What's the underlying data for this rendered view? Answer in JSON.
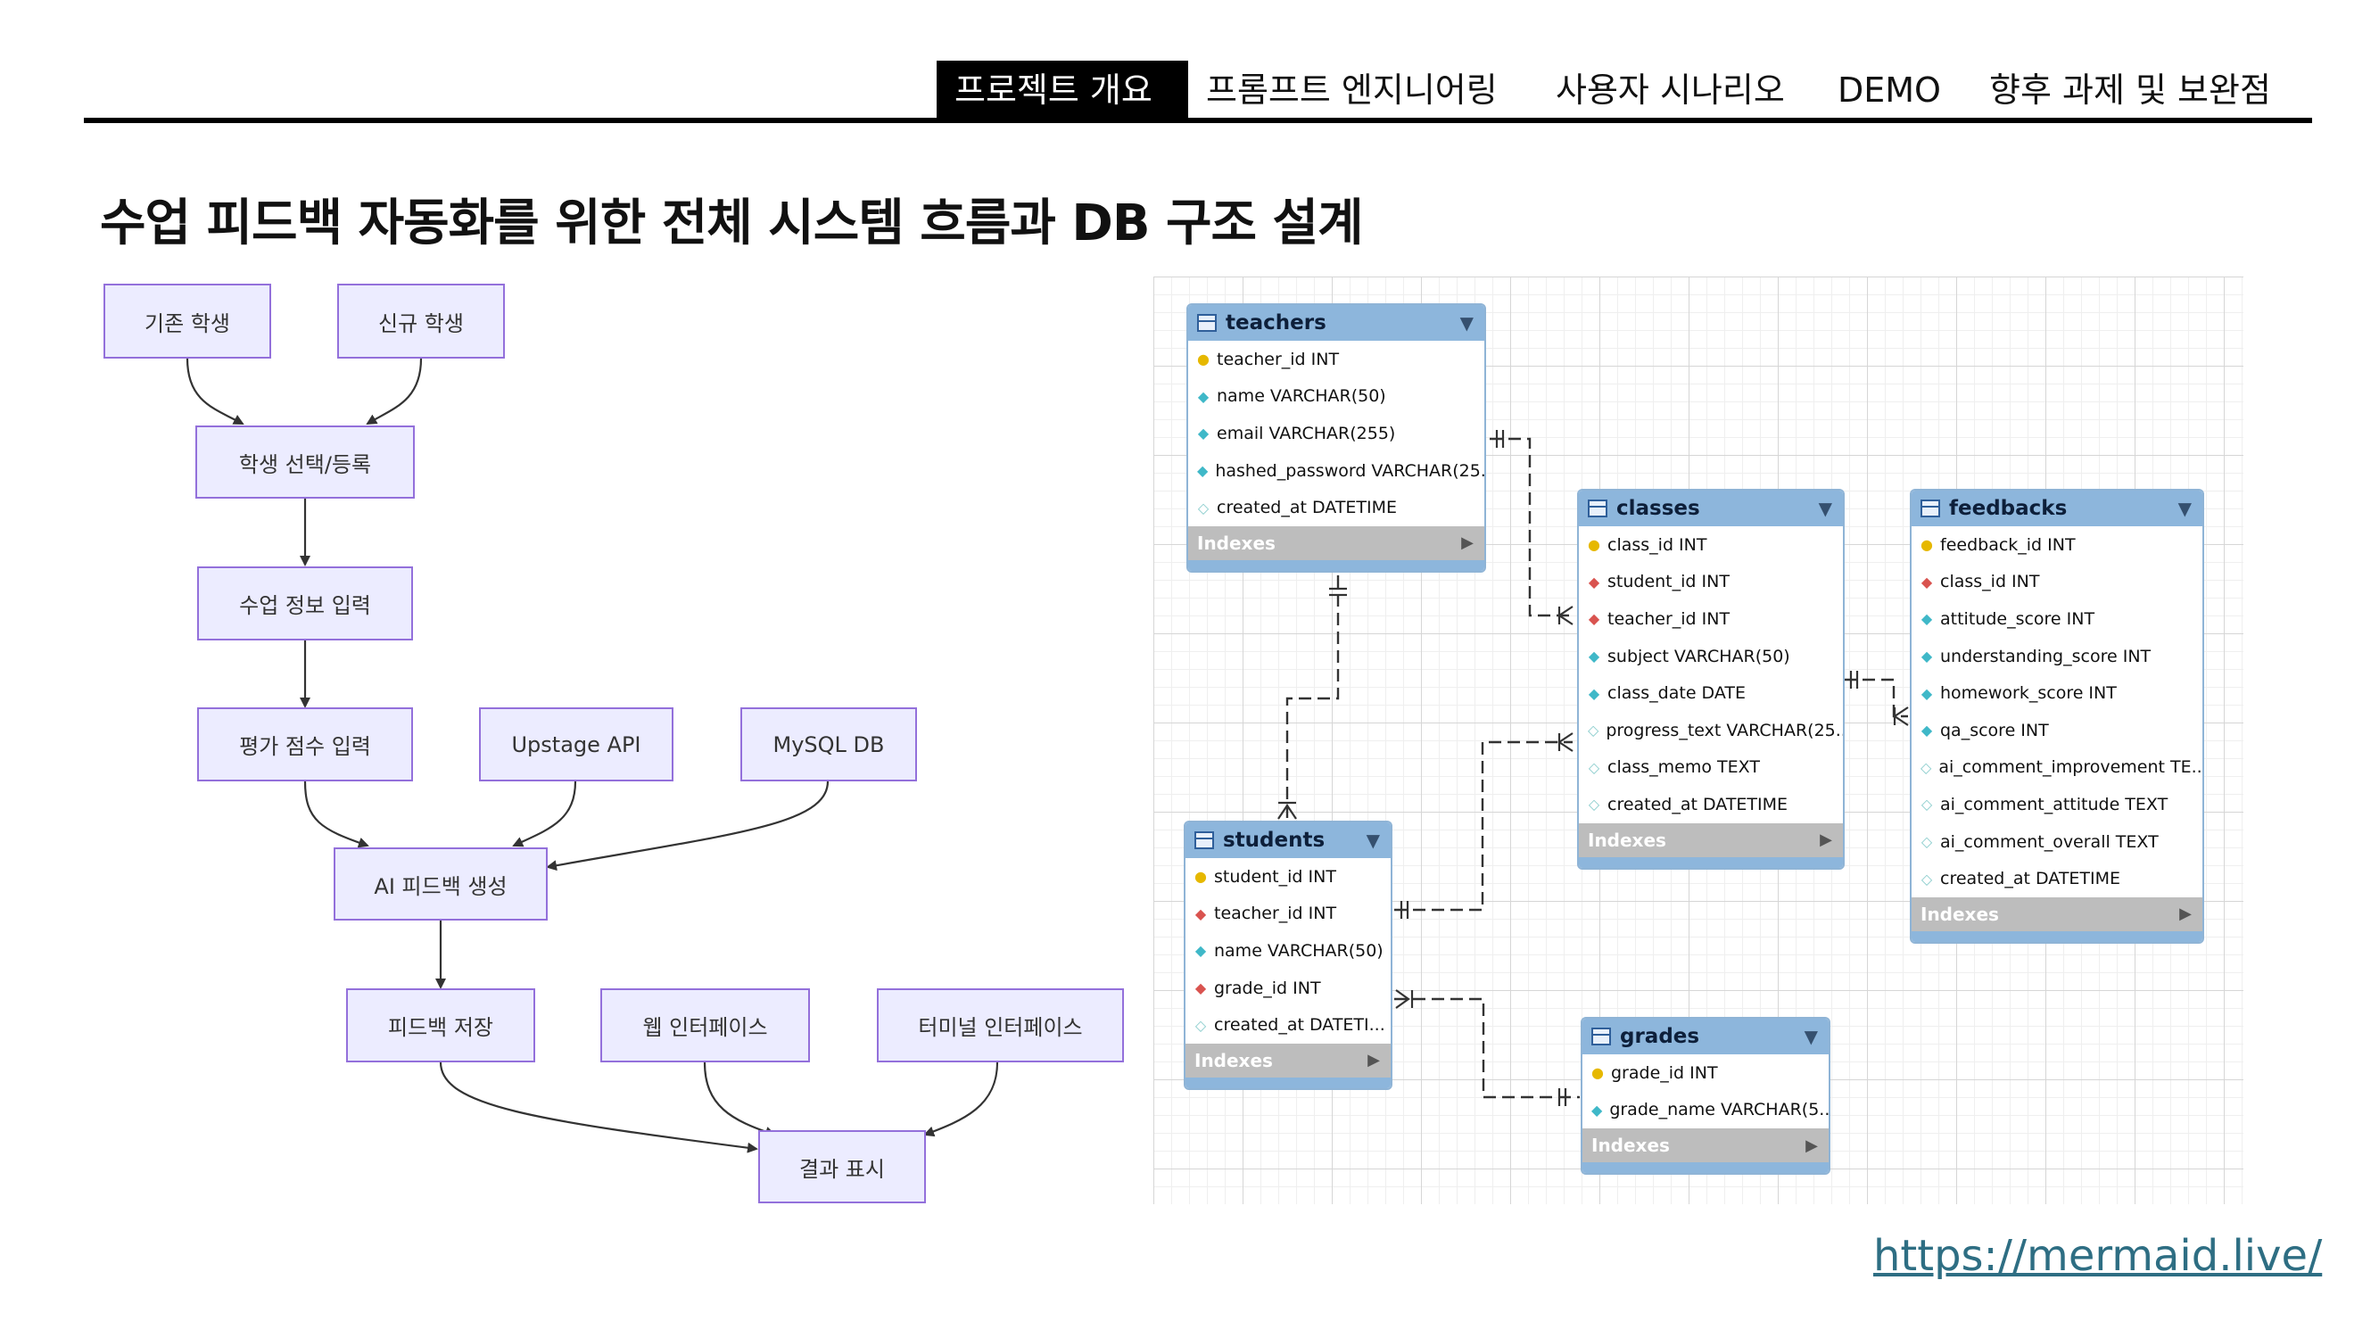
{
  "nav": {
    "items": [
      "프로젝트 개요",
      "프롬프트 엔지니어링",
      "사용자 시나리오",
      "DEMO",
      "향후 과제 및 보완점"
    ],
    "active_index": 0
  },
  "title": "수업 피드백 자동화를 위한 전체 시스템 흐름과 DB 구조 설계",
  "flowchart": {
    "nodes": {
      "existing": "기존 학생",
      "new": "신규 학생",
      "select": "학생 선택/등록",
      "class_info": "수업 정보 입력",
      "score": "평가 점수 입력",
      "upstage": "Upstage API",
      "mysql": "MySQL DB",
      "ai": "AI 피드백 생성",
      "save": "피드백 저장",
      "web": "웹 인터페이스",
      "terminal": "터미널 인터페이스",
      "result": "결과 표시"
    }
  },
  "er": {
    "indexes_label": "Indexes",
    "tables": {
      "teachers": {
        "name": "teachers",
        "columns": [
          {
            "text": "teacher_id INT",
            "key": "pk"
          },
          {
            "text": "name VARCHAR(50)",
            "key": "col"
          },
          {
            "text": "email VARCHAR(255)",
            "key": "col"
          },
          {
            "text": "hashed_password VARCHAR(25...",
            "key": "col"
          },
          {
            "text": "created_at DATETIME",
            "key": "opt"
          }
        ]
      },
      "classes": {
        "name": "classes",
        "columns": [
          {
            "text": "class_id INT",
            "key": "pk"
          },
          {
            "text": "student_id INT",
            "key": "fk"
          },
          {
            "text": "teacher_id INT",
            "key": "fk"
          },
          {
            "text": "subject VARCHAR(50)",
            "key": "col"
          },
          {
            "text": "class_date DATE",
            "key": "col"
          },
          {
            "text": "progress_text VARCHAR(25...",
            "key": "opt"
          },
          {
            "text": "class_memo TEXT",
            "key": "opt"
          },
          {
            "text": "created_at DATETIME",
            "key": "opt"
          }
        ]
      },
      "feedbacks": {
        "name": "feedbacks",
        "columns": [
          {
            "text": "feedback_id INT",
            "key": "pk"
          },
          {
            "text": "class_id INT",
            "key": "fk"
          },
          {
            "text": "attitude_score INT",
            "key": "col"
          },
          {
            "text": "understanding_score INT",
            "key": "col"
          },
          {
            "text": "homework_score INT",
            "key": "col"
          },
          {
            "text": "qa_score INT",
            "key": "col"
          },
          {
            "text": "ai_comment_improvement TE...",
            "key": "opt"
          },
          {
            "text": "ai_comment_attitude TEXT",
            "key": "opt"
          },
          {
            "text": "ai_comment_overall TEXT",
            "key": "opt"
          },
          {
            "text": "created_at DATETIME",
            "key": "opt"
          }
        ]
      },
      "students": {
        "name": "students",
        "columns": [
          {
            "text": "student_id INT",
            "key": "pk"
          },
          {
            "text": "teacher_id INT",
            "key": "fk"
          },
          {
            "text": "name VARCHAR(50)",
            "key": "col"
          },
          {
            "text": "grade_id INT",
            "key": "fk"
          },
          {
            "text": "created_at DATETI...",
            "key": "opt"
          }
        ]
      },
      "grades": {
        "name": "grades",
        "columns": [
          {
            "text": "grade_id INT",
            "key": "pk"
          },
          {
            "text": "grade_name VARCHAR(5...",
            "key": "col"
          }
        ]
      }
    }
  },
  "link": "https://mermaid.live/"
}
